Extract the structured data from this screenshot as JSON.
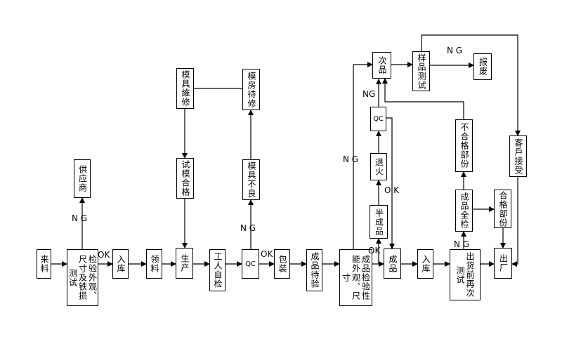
{
  "nodes": {
    "incoming": "来料",
    "incoming_inspection": "检验外观、尺寸及铁损测试",
    "supplier": "供应商",
    "warehouse_in_1": "入库",
    "material_pick": "领料",
    "production": "生产",
    "self_check": "工人自检",
    "qc_1": "QC",
    "packing": "包装",
    "fg_pending": "成品待验",
    "fg_inspection": "成品检验性能外观、尺寸",
    "mold_repair": "模具維修",
    "trial_mold_ok": "试模合格",
    "mold_room_repair": "模房待修",
    "mold_defect": "模具不良",
    "defective": "次品",
    "sample_test": "样品测试",
    "scrap": "报废",
    "customer_accept": "客戶接受",
    "qc_2": "QC",
    "annealing": "退火",
    "semi_finished": "半成品",
    "finished": "成品",
    "warehouse_in_2": "入库",
    "pre_ship_retest": "出货前再次测试",
    "full_inspection": "成品全检",
    "nonconforming": "不合格部份",
    "conforming": "合格部份",
    "ship": "出厂"
  },
  "labels": {
    "ok": "OK",
    "ng": "N G",
    "ng_tight": "NG",
    "ok_spaced": "O K"
  }
}
